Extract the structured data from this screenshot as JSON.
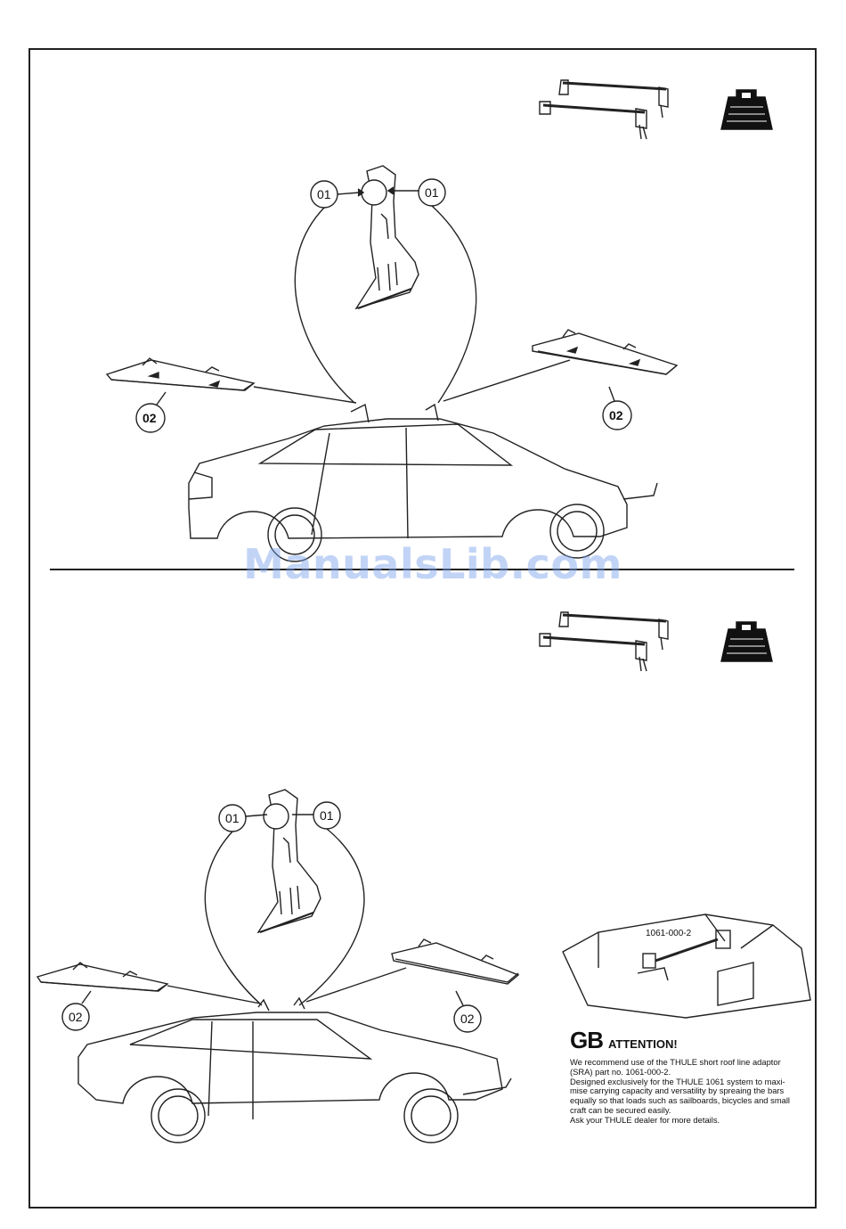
{
  "top_section": {
    "callouts": {
      "fitting": "01",
      "left_foot": "02",
      "right_foot": "02"
    }
  },
  "bottom_section": {
    "callouts": {
      "fitting": "01",
      "left_foot": "02",
      "right_foot": "02"
    },
    "adaptor_part_number": "1061-000-2"
  },
  "watermark": "ManualsLib.com",
  "notice": {
    "lang_code": "GB",
    "heading": "ATTENTION!",
    "lines": [
      "We recommend use of the THULE short roof line adaptor",
      "(SRA) part no. 1061-000-2.",
      "Designed exclusively for the THULE 1061 system to maxi-",
      "mise carrying capacity and versatility by spreaing the bars",
      "equally so that loads such as sailboards, bicycles and small",
      "craft can be secured easily.",
      "Ask your THULE dealer for more details."
    ]
  },
  "icons": [
    "roof-rack-icon",
    "weight-icon"
  ]
}
